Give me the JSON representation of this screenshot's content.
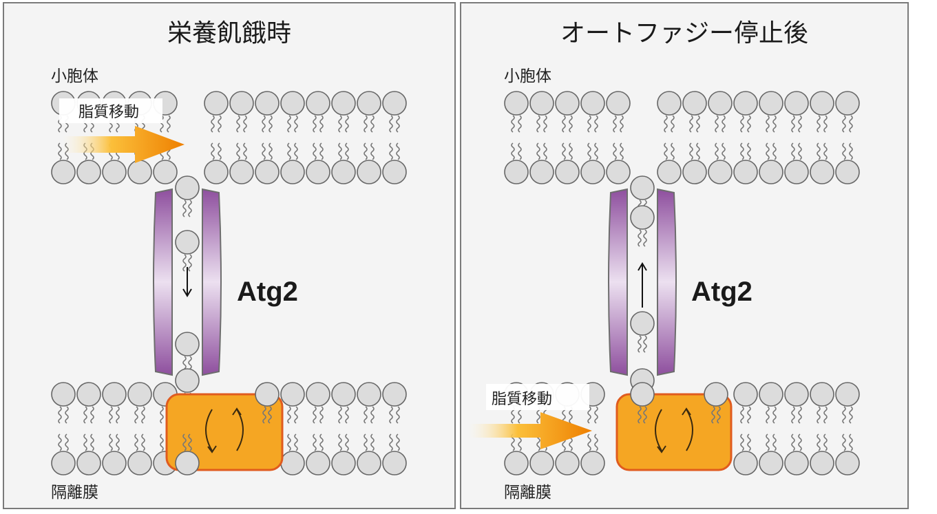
{
  "panels": [
    {
      "title": "栄養飢餓時",
      "top_label": "小胞体",
      "bottom_label": "隔離膜",
      "protein_label": "Atg2",
      "flow_label": "脂質移動",
      "transport_direction": "down"
    },
    {
      "title": "オートファジー停止後",
      "top_label": "小胞体",
      "bottom_label": "隔離膜",
      "protein_label": "Atg2",
      "flow_label": "脂質移動",
      "transport_direction": "up"
    }
  ],
  "colors": {
    "lipid_head": "#dcdcdc",
    "lipid_outline": "#666666",
    "atg2_purple": "#8e4f9e",
    "scramblase_orange": "#f5a623",
    "scramblase_border": "#e05b1e",
    "arrow_orange": "#f08a00"
  }
}
